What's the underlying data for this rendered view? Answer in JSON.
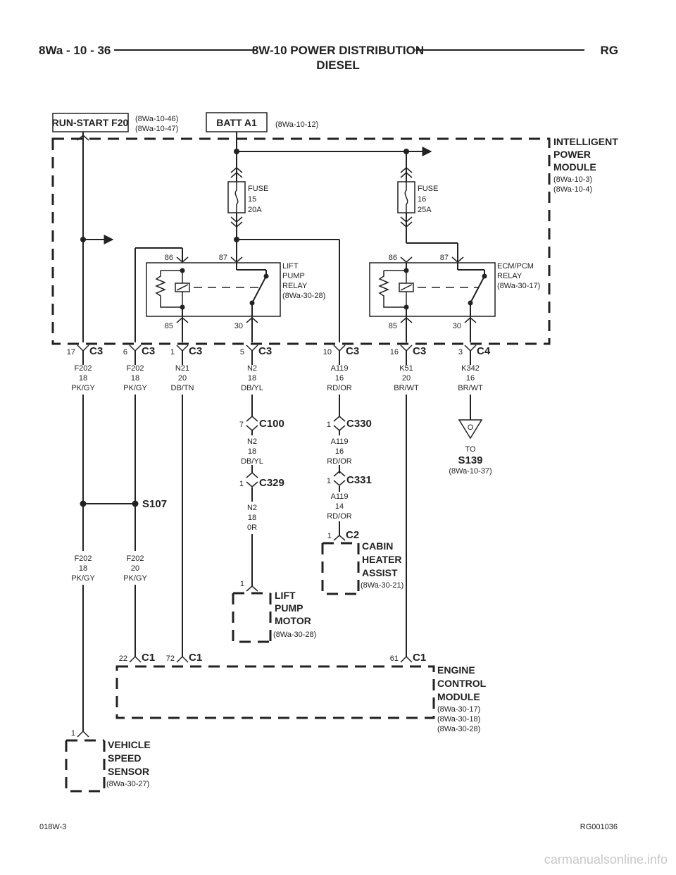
{
  "header": {
    "page_ref": "8Wa - 10 - 36",
    "title_line1": "8W-10 POWER DISTRIBUTION",
    "title_line2": "DIESEL",
    "code": "RG"
  },
  "sources": {
    "run_start": {
      "label": "RUN-START F20",
      "ref1": "(8Wa-10-46)",
      "ref2": "(8Wa-10-47)"
    },
    "batt": {
      "label": "BATT A1",
      "ref1": "(8Wa-10-12)"
    }
  },
  "ipm": {
    "line1": "INTELLIGENT",
    "line2": "POWER",
    "line3": "MODULE",
    "ref1": "(8Wa-10-3)",
    "ref2": "(8Wa-10-4)"
  },
  "fuses": [
    {
      "line1": "FUSE",
      "line2": "15",
      "line3": "20A"
    },
    {
      "line1": "FUSE",
      "line2": "16",
      "line3": "25A"
    }
  ],
  "relays": [
    {
      "line1": "LIFT",
      "line2": "PUMP",
      "line3": "RELAY",
      "ref": "(8Wa-30-28)",
      "p86": "86",
      "p87": "87",
      "p85": "85",
      "p30": "30"
    },
    {
      "line1": "ECM/PCM",
      "line2": "RELAY",
      "ref": "(8Wa-30-17)",
      "p86": "86",
      "p87": "87",
      "p85": "85",
      "p30": "30"
    }
  ],
  "connectors": [
    {
      "pin": "17",
      "name": "C3",
      "circuit": "F202",
      "gauge": "18",
      "color": "PK/GY"
    },
    {
      "pin": "6",
      "name": "C3",
      "circuit": "F202",
      "gauge": "18",
      "color": "PK/GY"
    },
    {
      "pin": "1",
      "name": "C3",
      "circuit": "N21",
      "gauge": "20",
      "color": "DB/TN"
    },
    {
      "pin": "5",
      "name": "C3",
      "circuit": "N2",
      "gauge": "18",
      "color": "DB/YL"
    },
    {
      "pin": "10",
      "name": "C3",
      "circuit": "A119",
      "gauge": "16",
      "color": "RD/OR"
    },
    {
      "pin": "16",
      "name": "C3",
      "circuit": "K51",
      "gauge": "20",
      "color": "BR/WT"
    },
    {
      "pin": "3",
      "name": "C4",
      "circuit": "K342",
      "gauge": "16",
      "color": "BR/WT"
    }
  ],
  "inline": {
    "c100": {
      "pin": "7",
      "name": "C100",
      "circuit": "N2",
      "gauge": "18",
      "color": "DB/YL"
    },
    "c329": {
      "pin": "1",
      "name": "C329",
      "circuit": "N2",
      "gauge": "18",
      "color": "0R"
    },
    "c330": {
      "pin": "1",
      "name": "C330",
      "circuit": "A119",
      "gauge": "16",
      "color": "RD/OR"
    },
    "c331": {
      "pin": "1",
      "name": "C331",
      "circuit": "A119",
      "gauge": "14",
      "color": "RD/OR"
    },
    "c2": {
      "pin": "1",
      "name": "C2"
    }
  },
  "ground": {
    "symbol": "O",
    "to": "TO",
    "name": "S139",
    "ref": "(8Wa-10-37)"
  },
  "splice": {
    "name": "S107",
    "left": {
      "circuit": "F202",
      "gauge": "18",
      "color": "PK/GY"
    },
    "right": {
      "circuit": "F202",
      "gauge": "20",
      "color": "PK/GY"
    }
  },
  "cabin": {
    "line1": "CABIN",
    "line2": "HEATER",
    "line3": "ASSIST",
    "ref": "(8Wa-30-21)"
  },
  "liftpump": {
    "pin": "1",
    "line1": "LIFT",
    "line2": "PUMP",
    "line3": "MOTOR",
    "ref": "(8Wa-30-28)"
  },
  "ecm": {
    "pins": [
      {
        "pin": "22",
        "name": "C1"
      },
      {
        "pin": "72",
        "name": "C1"
      },
      {
        "pin": "61",
        "name": "C1"
      }
    ],
    "line1": "ENGINE",
    "line2": "CONTROL",
    "line3": "MODULE",
    "ref1": "(8Wa-30-17)",
    "ref2": "(8Wa-30-18)",
    "ref3": "(8Wa-30-28)"
  },
  "vss": {
    "pin": "1",
    "line1": "VEHICLE",
    "line2": "SPEED",
    "line3": "SENSOR",
    "ref": "(8Wa-30-27)"
  },
  "footer": {
    "left": "018W-3",
    "right": "RG001036",
    "watermark": "carmanualsonline.info"
  }
}
